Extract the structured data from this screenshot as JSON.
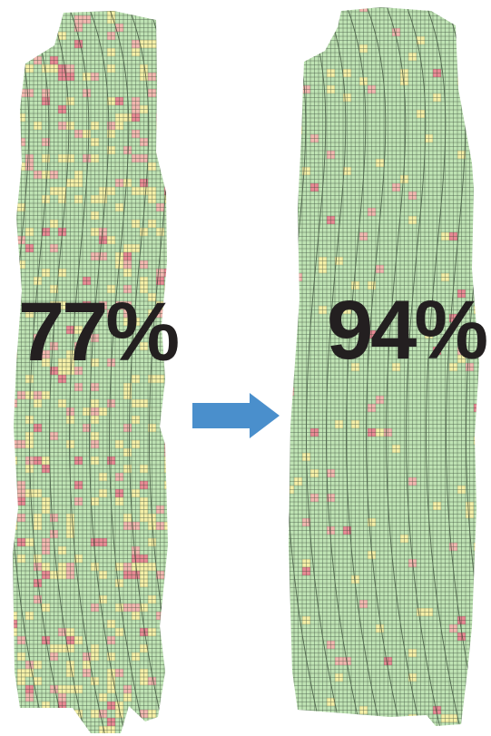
{
  "before": {
    "percentage": "77%",
    "quality": 0.77
  },
  "after": {
    "percentage": "94%",
    "quality": 0.94
  },
  "arrow": {
    "direction": "right",
    "color": "#4a8fcc"
  },
  "colors": {
    "good": "#bfe3b4",
    "fair": "#f5f0a8",
    "poor": "#f2b8b0",
    "bad": "#e88a94",
    "grid": "#2b3b2b",
    "label": "#231f20"
  }
}
